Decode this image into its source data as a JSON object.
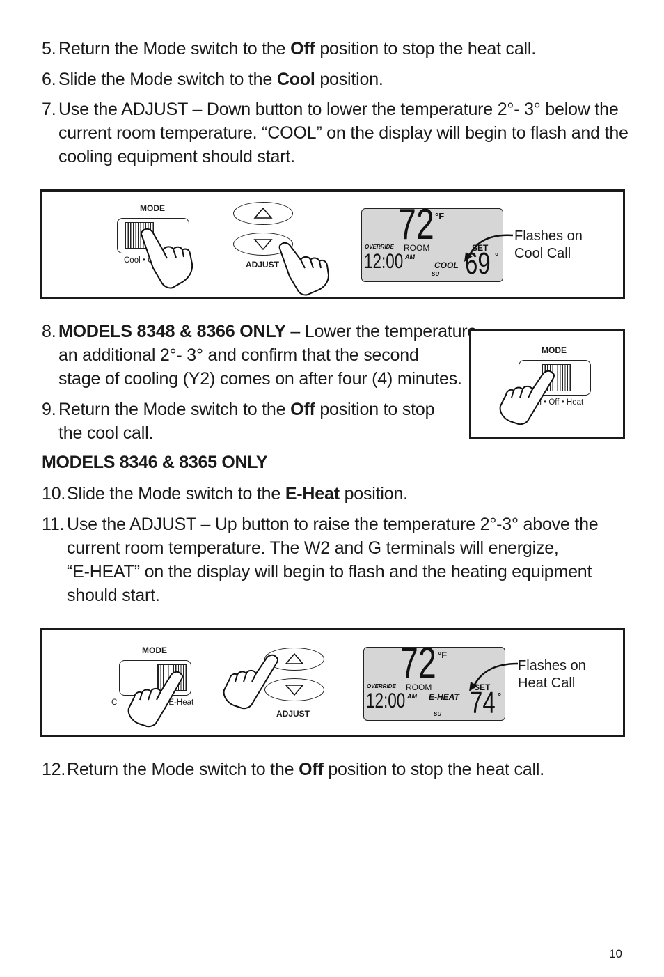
{
  "steps": {
    "s5": {
      "num": "5.",
      "pre": "Return the Mode switch to the ",
      "bold": "Off",
      "post": " position to stop the heat call."
    },
    "s6": {
      "num": "6.",
      "pre": "Slide the Mode switch to the ",
      "bold": "Cool",
      "post": " position."
    },
    "s7": {
      "num": "7.",
      "line1": "Use the ADJUST – Down button to lower the temperature 2°- 3° below the",
      "line2": "current room temperature. “COOL” on the display will begin to flash and the",
      "line3": "cooling equipment should start."
    },
    "s8": {
      "num": "8.",
      "bold": "MODELS 8348 & 8366 ONLY",
      "line1_post": " – Lower the temperature",
      "line2": "an additional 2°- 3° and confirm that the second",
      "line3": "stage of cooling (Y2) comes on after four (4) minutes."
    },
    "s9": {
      "num": "9.",
      "pre": "Return the Mode switch to the ",
      "bold": "Off",
      "post": " position to stop",
      "line2": "the cool call."
    },
    "heading": "MODELS 8346 & 8365 ONLY",
    "s10": {
      "num": "10.",
      "pre": "Slide the Mode switch to the ",
      "bold": "E-Heat",
      "post": " position."
    },
    "s11": {
      "num": "11.",
      "line1": "Use the ADJUST – Up button to raise the temperature 2°-3° above the",
      "line2": "current room temperature. The W2 and G terminals will energize,",
      "line3": "“E-HEAT” on the display will begin to flash and the heating equipment",
      "line4": "should start."
    },
    "s12": {
      "num": "12.",
      "pre": "Return the Mode switch to the ",
      "bold": "Off",
      "post": " position to stop the heat call."
    }
  },
  "figure1": {
    "mode_label": "MODE",
    "switch_text": "Cool • O",
    "adjust_label": "ADJUST",
    "display": {
      "room_temp": "72",
      "unit": "°F",
      "override": "OVERRIDE",
      "room": "ROOM",
      "set": "SET",
      "time": "12:00",
      "ampm": "AM",
      "mode": "COOL",
      "set_temp": "69",
      "deg": "°",
      "day": "SU"
    },
    "callout_line1": "Flashes on",
    "callout_line2": "Cool Call"
  },
  "figure2": {
    "mode_label": "MODE",
    "switch_text": "ol • Off • Heat"
  },
  "figure3": {
    "mode_label": "MODE",
    "switch_left": "C",
    "switch_right": "eat • E-Heat",
    "adjust_label": "ADJUST",
    "display": {
      "room_temp": "72",
      "unit": "°F",
      "override": "OVERRIDE",
      "room": "ROOM",
      "set": "SET",
      "time": "12:00",
      "ampm": "AM",
      "mode": "E-HEAT",
      "set_temp": "74",
      "deg": "°",
      "day": "SU"
    },
    "callout_line1": "Flashes on",
    "callout_line2": "Heat Call"
  },
  "page_number": "10"
}
